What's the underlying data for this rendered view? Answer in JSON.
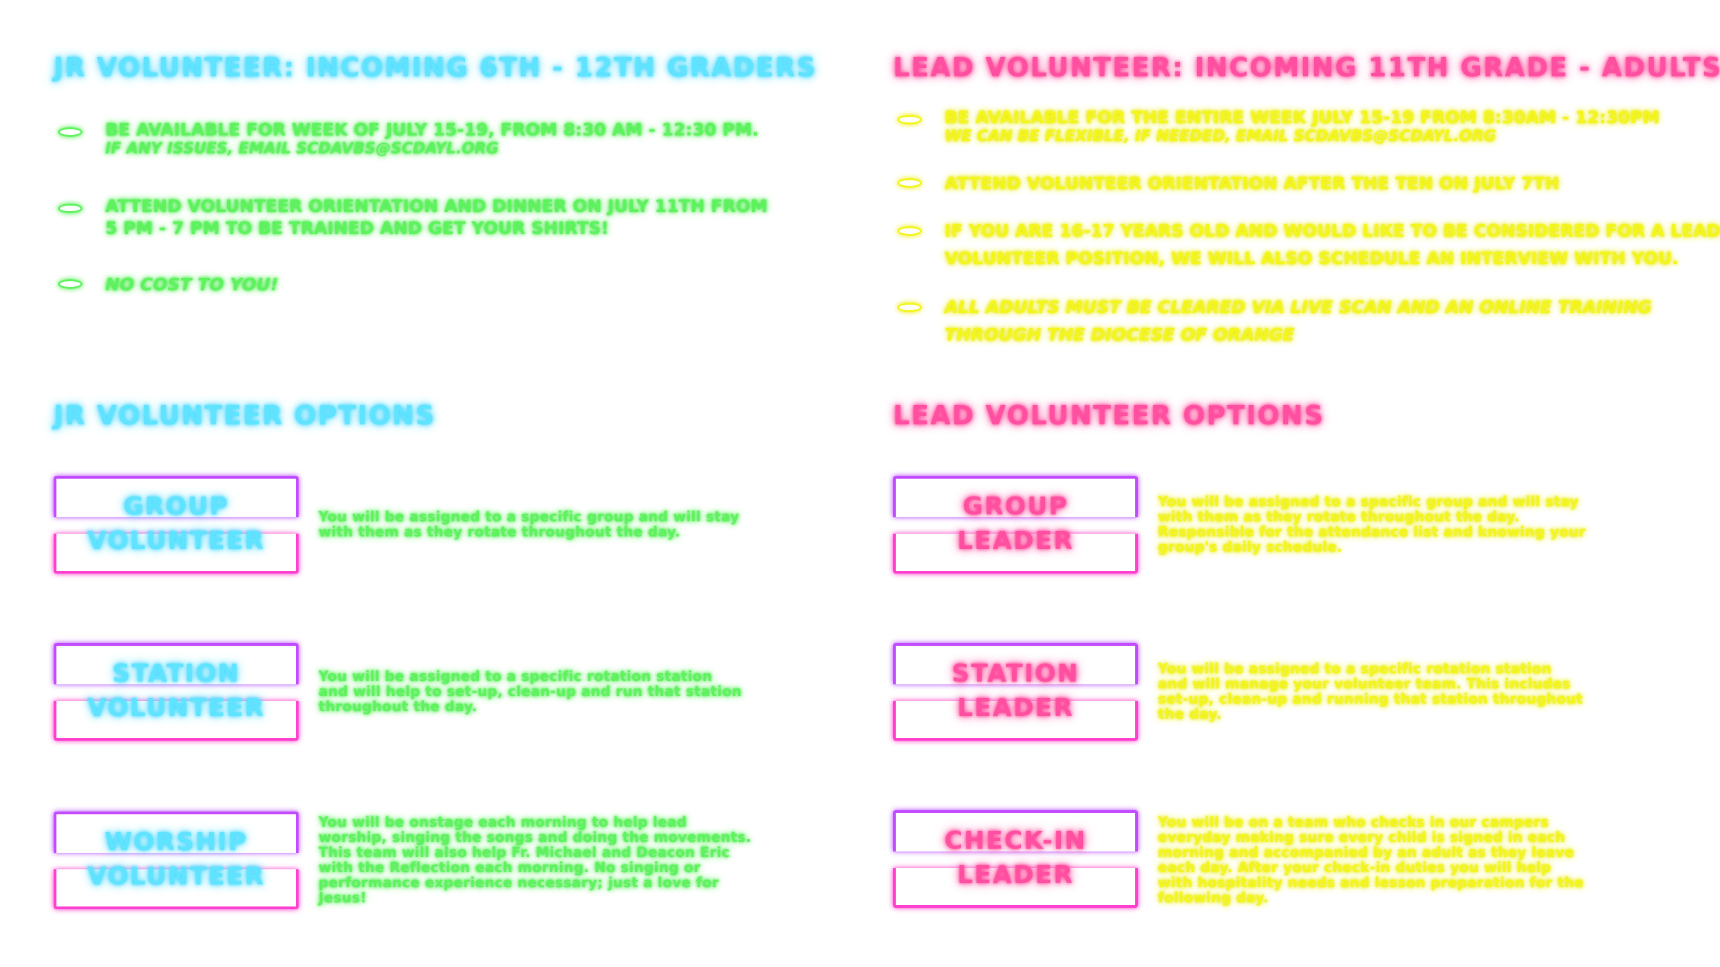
{
  "jr": {
    "heading": "JR VOLUNTEER: INCOMING 6TH - 12TH GRADERS",
    "requirements": [
      {
        "text": "BE AVAILABLE FOR WEEK OF JULY 15-19, FROM 8:30 AM - 12:30 PM.",
        "sub": "IF ANY ISSUES, EMAIL SCDAVBS@SCDAYL.ORG"
      },
      {
        "line1": "ATTEND VOLUNTEER ORIENTATION AND DINNER ON JULY 11TH FROM",
        "line2": "5 PM - 7 PM TO BE TRAINED AND GET YOUR SHIRTS!"
      },
      {
        "text": "NO COST TO YOU!"
      }
    ],
    "options_heading": "JR VOLUNTEER OPTIONS",
    "options": [
      {
        "line1": "GROUP",
        "line2": "VOLUNTEER",
        "desc": [
          "You will be assigned to a specific group and will stay",
          "with them as they rotate throughout the day."
        ]
      },
      {
        "line1": "STATION",
        "line2": "VOLUNTEER",
        "desc": [
          "You will be assigned to a specific rotation station",
          "and will help to set-up, clean-up and run that station",
          "throughout the day."
        ]
      },
      {
        "line1": "WORSHIP",
        "line2": "VOLUNTEER",
        "desc": [
          "You will be onstage each morning to help lead",
          "worship, singing the songs and doing the movements.",
          "This team will also help Fr. Michael and Deacon Eric",
          "with the Reflection each morning. No singing or",
          "performance experience necessary; just a love for",
          "Jesus!"
        ]
      }
    ]
  },
  "lead": {
    "heading": "LEAD VOLUNTEER: INCOMING 11TH GRADE - ADULTS",
    "requirements": [
      {
        "text": "BE AVAILABLE FOR THE ENTIRE WEEK JULY 15-19 FROM 8:30AM - 12:30PM",
        "sub": "WE CAN BE FLEXIBLE, IF NEEDED, EMAIL SCDAVBS@SCDAYL.ORG"
      },
      {
        "text": "ATTEND VOLUNTEER ORIENTATION AFTER THE TEN ON JULY 7TH"
      },
      {
        "line1": "IF YOU ARE 16-17 YEARS OLD AND WOULD LIKE TO BE CONSIDERED FOR A LEAD",
        "line2": "VOLUNTEER POSITION, WE WILL ALSO SCHEDULE AN INTERVIEW WITH YOU."
      },
      {
        "line1": "ALL ADULTS MUST BE CLEARED VIA LIVE SCAN AND AN ONLINE TRAINING",
        "line2": "THROUGH THE DIOCESE OF ORANGE"
      }
    ],
    "options_heading": "LEAD VOLUNTEER OPTIONS",
    "options": [
      {
        "line1": "GROUP",
        "line2": "LEADER",
        "desc": [
          "You will be assigned to a specific group and will stay",
          "with them as they rotate throughout the day.",
          "Responsible for the attendance list and knowing your",
          "group's daily schedule."
        ]
      },
      {
        "line1": "STATION",
        "line2": "LEADER",
        "desc": [
          "You will be assigned to a specific rotation station",
          "and will manage your volunteer team. This includes",
          "set-up, clean-up and running that station throughout",
          "the day."
        ]
      },
      {
        "line1": "CHECK-IN",
        "line2": "LEADER",
        "desc": [
          "You will be on a team who checks in our campers",
          "everyday making sure every child is signed in each",
          "morning and accompanied by an adult as they leave",
          "each day. After your check-in duties you will help",
          "with hospitality needs and lesson preparation for the",
          "following day."
        ]
      }
    ]
  },
  "colors": {
    "jr_heading": "#5fe3ff",
    "lead_heading": "#ff4fa0",
    "jr_text": "#5ef25e",
    "lead_text": "#f3f51c",
    "box_top": "#c24bff",
    "box_bottom": "#ff3fcf"
  }
}
